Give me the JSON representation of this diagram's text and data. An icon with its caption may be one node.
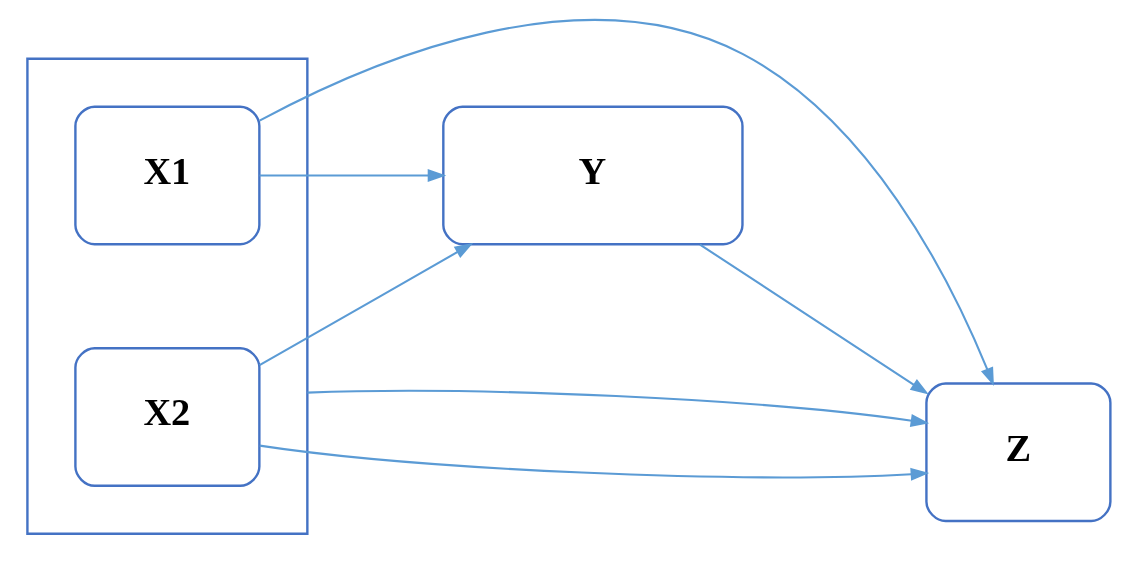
{
  "diagram": {
    "nodes": [
      {
        "text": [],
        "shape": "box"
      },
      {
        "text": [
          "X1"
        ],
        "in": 0
      },
      {
        "text": [
          "X2"
        ],
        "in": 0
      },
      {
        "text": [
          "Y"
        ]
      },
      {
        "text": [
          "Z"
        ]
      }
    ],
    "edges": [
      {
        "from": 1,
        "to": 4,
        "arrow": "to"
      },
      {
        "from": 1,
        "to": 3,
        "arrow": "to"
      },
      {
        "from": 2,
        "to": 3,
        "arrow": "to"
      },
      {
        "from": 3,
        "to": 4,
        "arrow": "to"
      },
      {
        "from": 2,
        "to": 4,
        "arrow": "to"
      },
      {
        "from": 0,
        "to": 4,
        "arrow": "to"
      }
    ]
  }
}
